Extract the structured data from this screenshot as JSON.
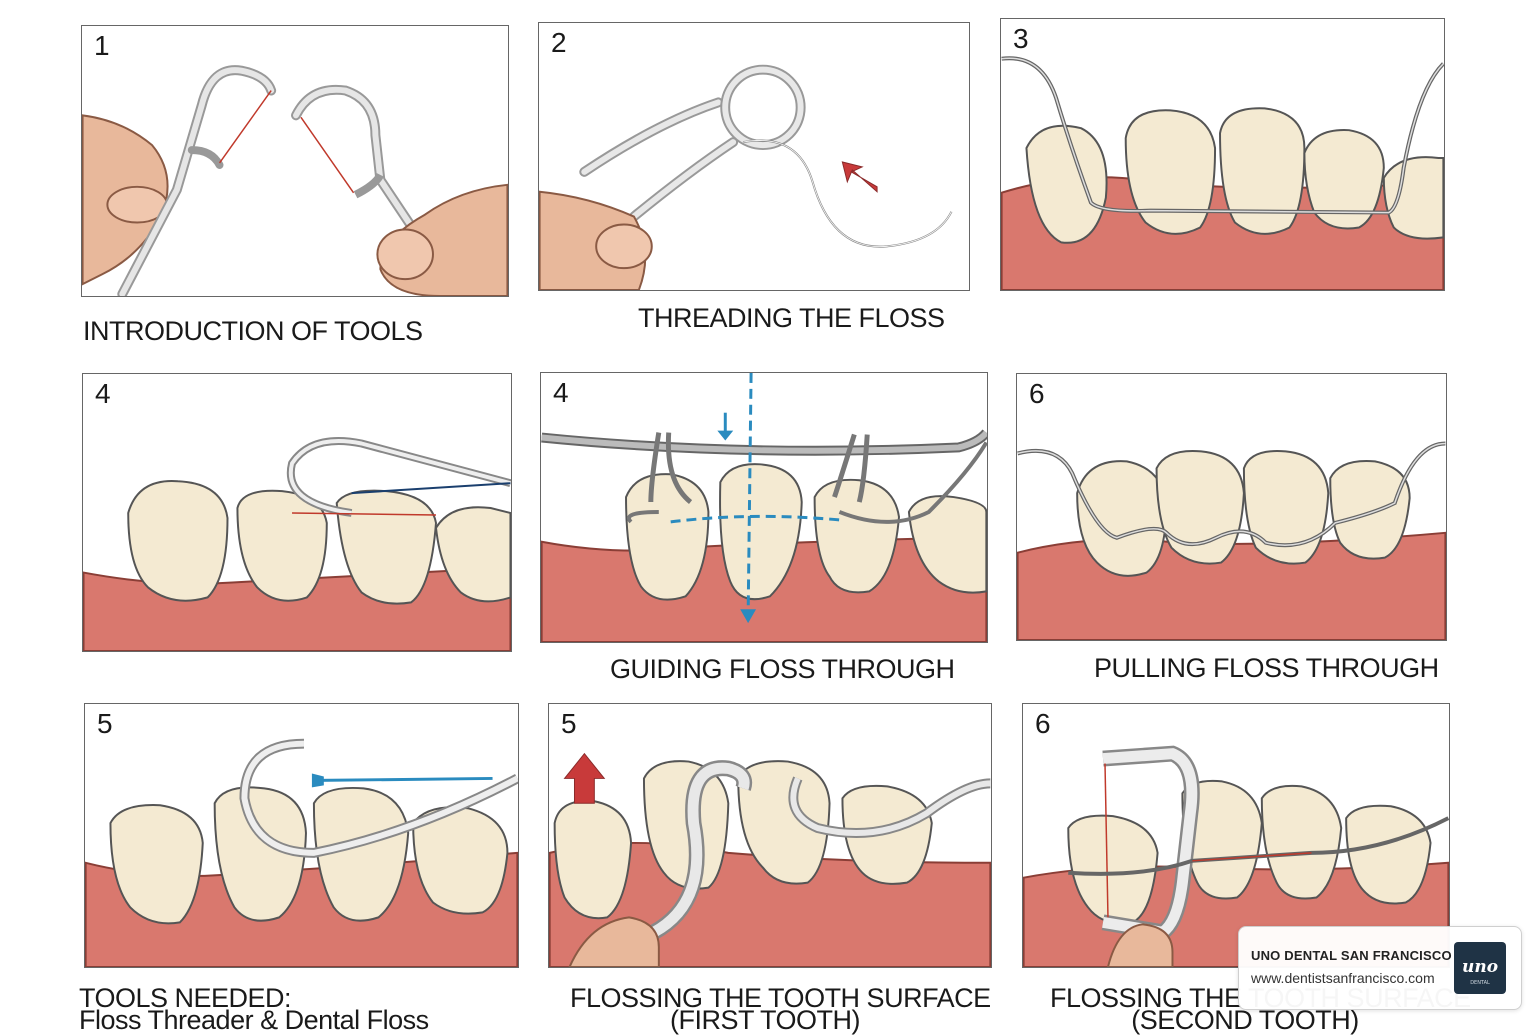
{
  "panels": [
    {
      "id": "p1",
      "number": "1",
      "caption": "INTRODUCTION OF TOOLS"
    },
    {
      "id": "p2",
      "number": "2",
      "caption": "THREADING THE FLOSS"
    },
    {
      "id": "p3",
      "number": "3",
      "caption": ""
    },
    {
      "id": "p4",
      "number": "4",
      "caption": ""
    },
    {
      "id": "p5",
      "number": "4",
      "caption": "GUIDING FLOSS THROUGH"
    },
    {
      "id": "p6",
      "number": "6",
      "caption": "PULLING FLOSS THROUGH"
    },
    {
      "id": "p7",
      "number": "5",
      "caption": "TOOLS NEEDED:",
      "caption2": "Floss Threader & Dental Floss"
    },
    {
      "id": "p8",
      "number": "5",
      "caption": "FLOSSING THE TOOTH SURFACE",
      "caption2": "(FIRST TOOTH)"
    },
    {
      "id": "p9",
      "number": "6",
      "caption": "FLOSSING THE TOOTH SURFACE",
      "caption2": "(SECOND TOOTH)"
    }
  ],
  "watermark": {
    "name": "UNO DENTAL SAN FRANCISCO",
    "url": "www.dentistsanfrancisco.com",
    "logo_text": "uno",
    "logo_sub": "DENTAL"
  },
  "colors": {
    "tooth": "#f4ead2",
    "gum": "#d9786e",
    "floss_red": "#c0392b",
    "guide_blue": "#2a8bbf",
    "arrow_red": "#c83a3a",
    "skin": "#e8b89b"
  }
}
